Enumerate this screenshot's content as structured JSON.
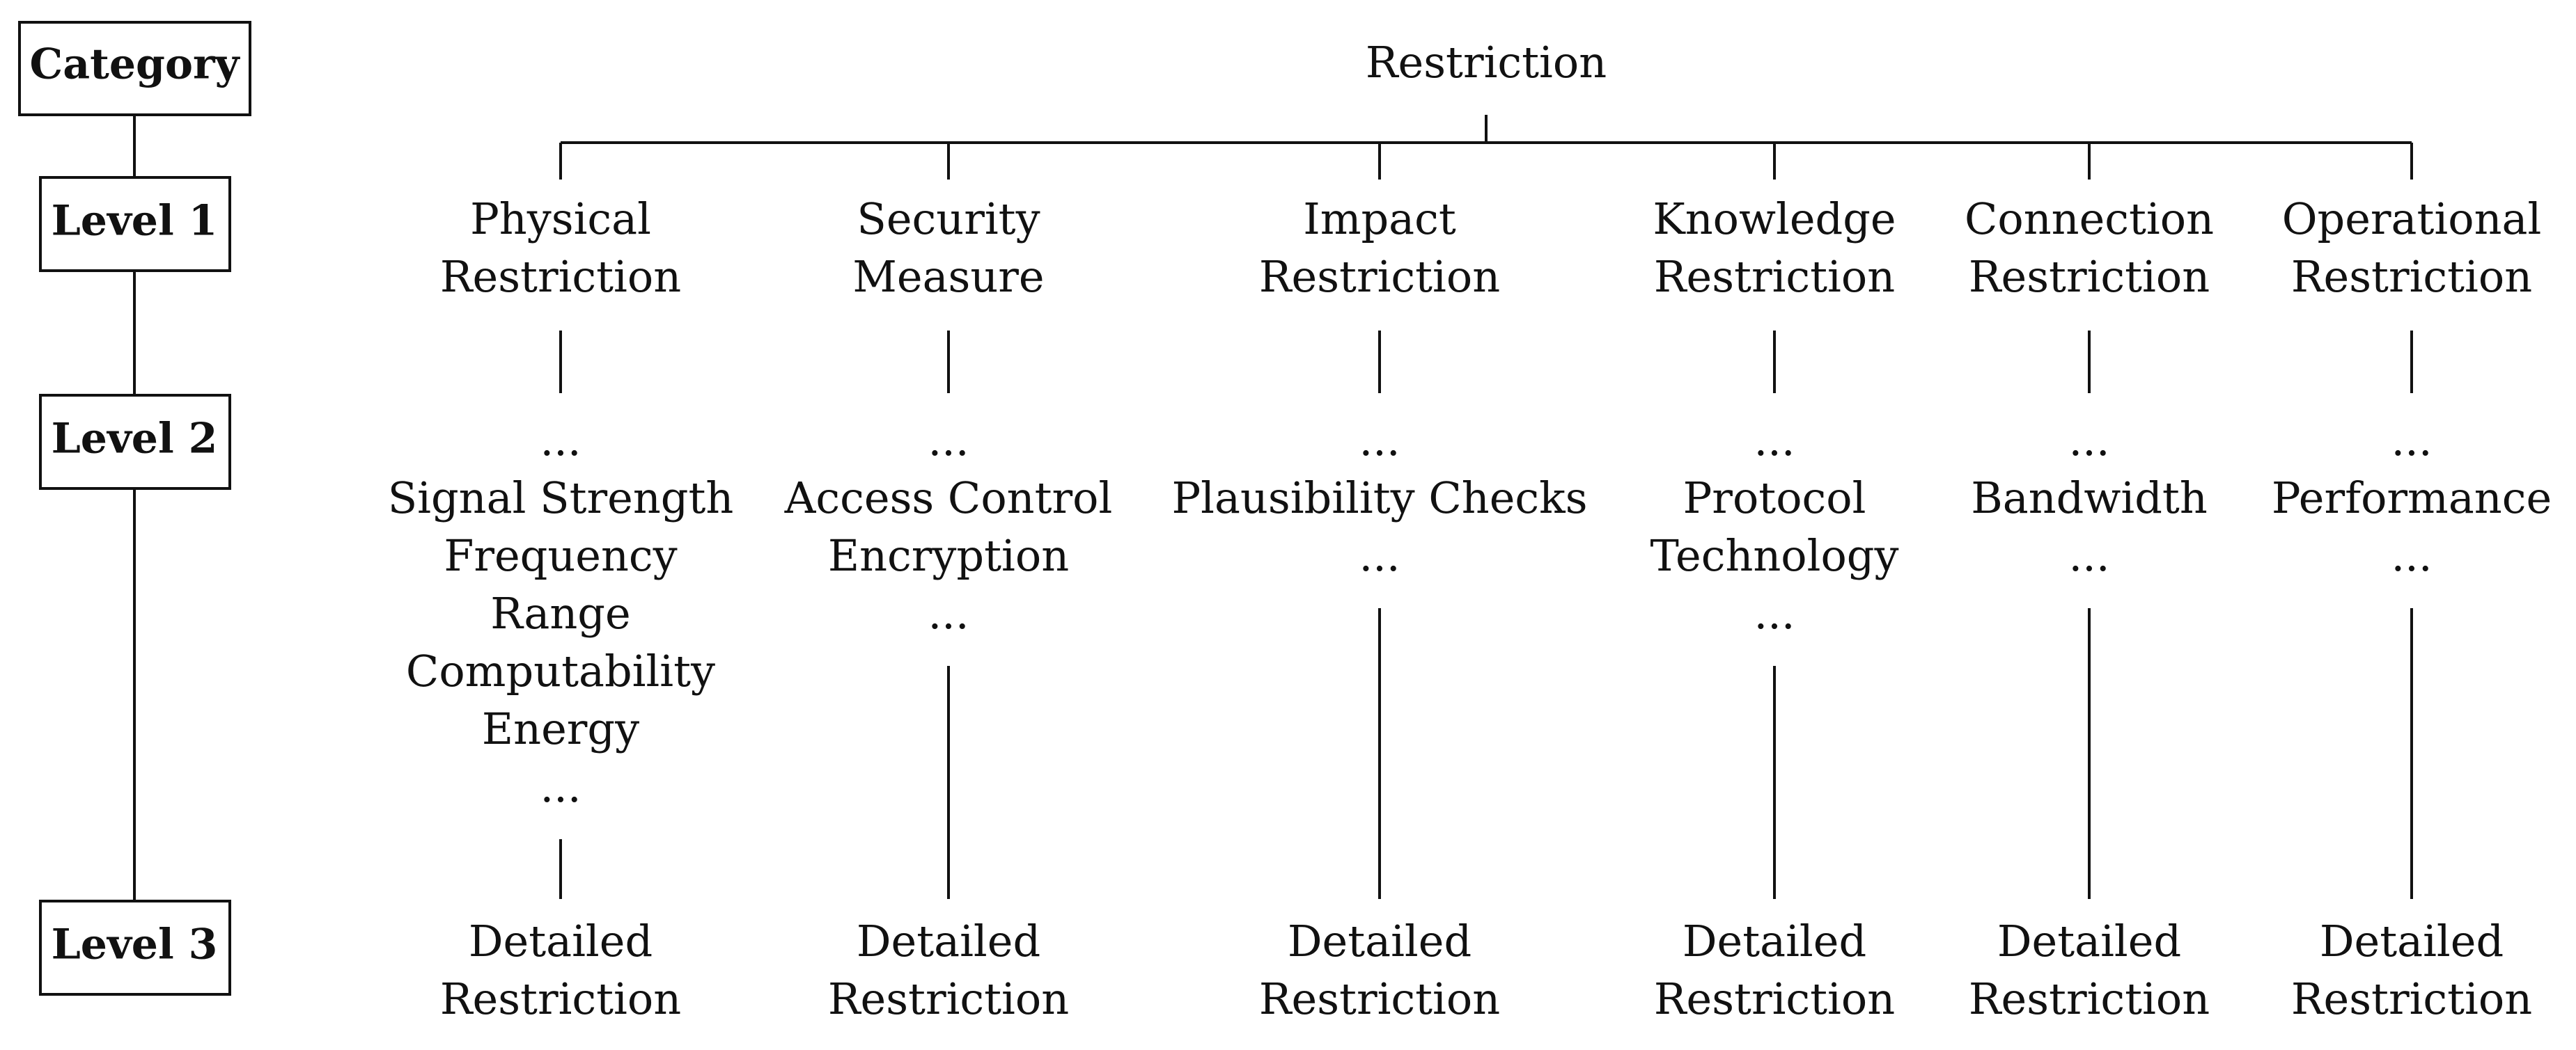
{
  "legend": {
    "category": "Category",
    "level1": "Level 1",
    "level2": "Level 2",
    "level3": "Level 3"
  },
  "root": "Restriction",
  "columns": [
    {
      "id": "physical",
      "level1": [
        "Physical",
        "Restriction"
      ],
      "level2": [
        "...",
        "Signal Strength",
        "Frequency",
        "Range",
        "Computability",
        "Energy",
        "..."
      ],
      "level3": [
        "Detailed",
        "Restriction"
      ]
    },
    {
      "id": "security",
      "level1": [
        "Security",
        "Measure"
      ],
      "level2": [
        "...",
        "Access Control",
        "Encryption",
        "..."
      ],
      "level3": [
        "Detailed",
        "Restriction"
      ]
    },
    {
      "id": "impact",
      "level1": [
        "Impact",
        "Restriction"
      ],
      "level2": [
        "...",
        "Plausibility Checks",
        "..."
      ],
      "level3": [
        "Detailed",
        "Restriction"
      ]
    },
    {
      "id": "knowledge",
      "level1": [
        "Knowledge",
        "Restriction"
      ],
      "level2": [
        "...",
        "Protocol",
        "Technology",
        "..."
      ],
      "level3": [
        "Detailed",
        "Restriction"
      ]
    },
    {
      "id": "connection",
      "level1": [
        "Connection",
        "Restriction"
      ],
      "level2": [
        "...",
        "Bandwidth",
        "..."
      ],
      "level3": [
        "Detailed",
        "Restriction"
      ]
    },
    {
      "id": "operational",
      "level1": [
        "Operational",
        "Restriction"
      ],
      "level2": [
        "...",
        "Performance",
        "..."
      ],
      "level3": [
        "Detailed",
        "Restriction"
      ]
    }
  ]
}
